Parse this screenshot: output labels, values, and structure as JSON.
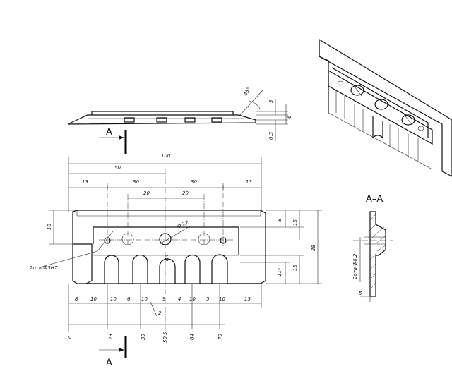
{
  "views": {
    "top_view_label": "A",
    "bottom_view_label": "A",
    "section_title": "A–A"
  },
  "dims_horizontal": {
    "overall": "100",
    "half": "50",
    "edge_left": "13",
    "edge_right": "13",
    "pitch_30_left": "30",
    "pitch_30_right": "30",
    "pitch_20_left": "20",
    "pitch_20_right": "20"
  },
  "dims_vertical": {
    "height": "38",
    "upper": "15",
    "lower": "15",
    "top_8": "8",
    "slot_depth": "11*",
    "side_18": "18"
  },
  "dims_bottom_chain": [
    "8",
    "10",
    "10",
    "6",
    "10",
    "9",
    "4",
    "10",
    "5",
    "10",
    "15"
  ],
  "dims_bottom_small": "2",
  "dims_ordinates": [
    "0",
    "23",
    "39",
    "50.5",
    "64",
    "79"
  ],
  "annotations": {
    "center_hole": "Ф6.2",
    "two_holes": "2отв Ф3Н7",
    "slot_radius": "R4",
    "section_holes": "2отв Ф6.2",
    "section_thickness": "5"
  },
  "side_view_dims": {
    "angle": "45°",
    "d3": "3",
    "d6": "6",
    "d05": "0.5"
  }
}
